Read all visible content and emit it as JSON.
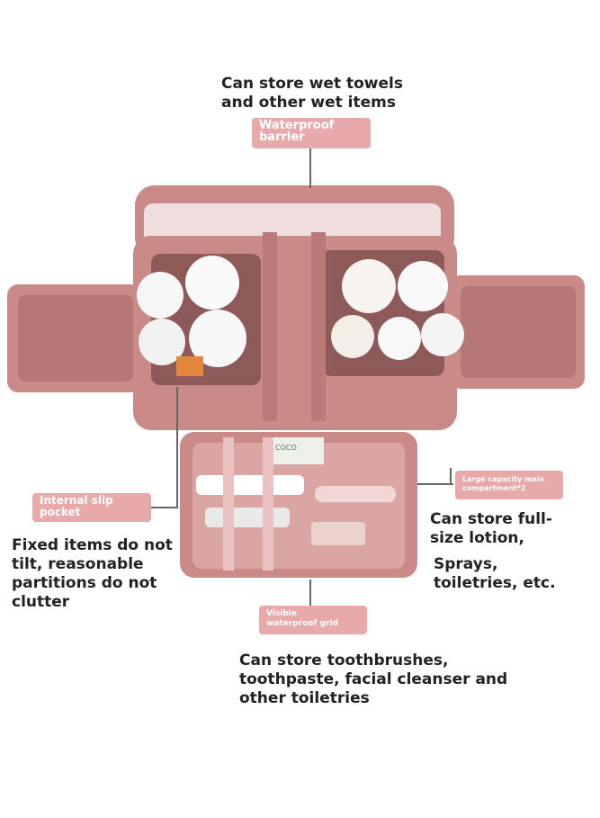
{
  "captions": {
    "top": "Can store wet towels\nand other wet items",
    "left": "Fixed items do not\ntilt, reasonable\npartitions do not\nclutter",
    "right_a": "Can store full-\nsize lotion,",
    "right_b": "Sprays,\ntoiletries, etc.",
    "bottom": "Can store toothbrushes,\ntoothpaste, facial cleanser and\nother toiletries"
  },
  "tags": {
    "waterproof_barrier": "Waterproof\nbarrier",
    "internal_slip_pocket": "Internal slip\npocket",
    "large_capacity": "Large capacity main\ncompartment*2",
    "visible_grid": "Visible\nwaterproof grid"
  },
  "product_label": "COCO",
  "colors": {
    "bag": "#c98a88",
    "bag_dark": "#a86a69",
    "tag_bg": "#e8a9aa",
    "text": "#222222"
  }
}
